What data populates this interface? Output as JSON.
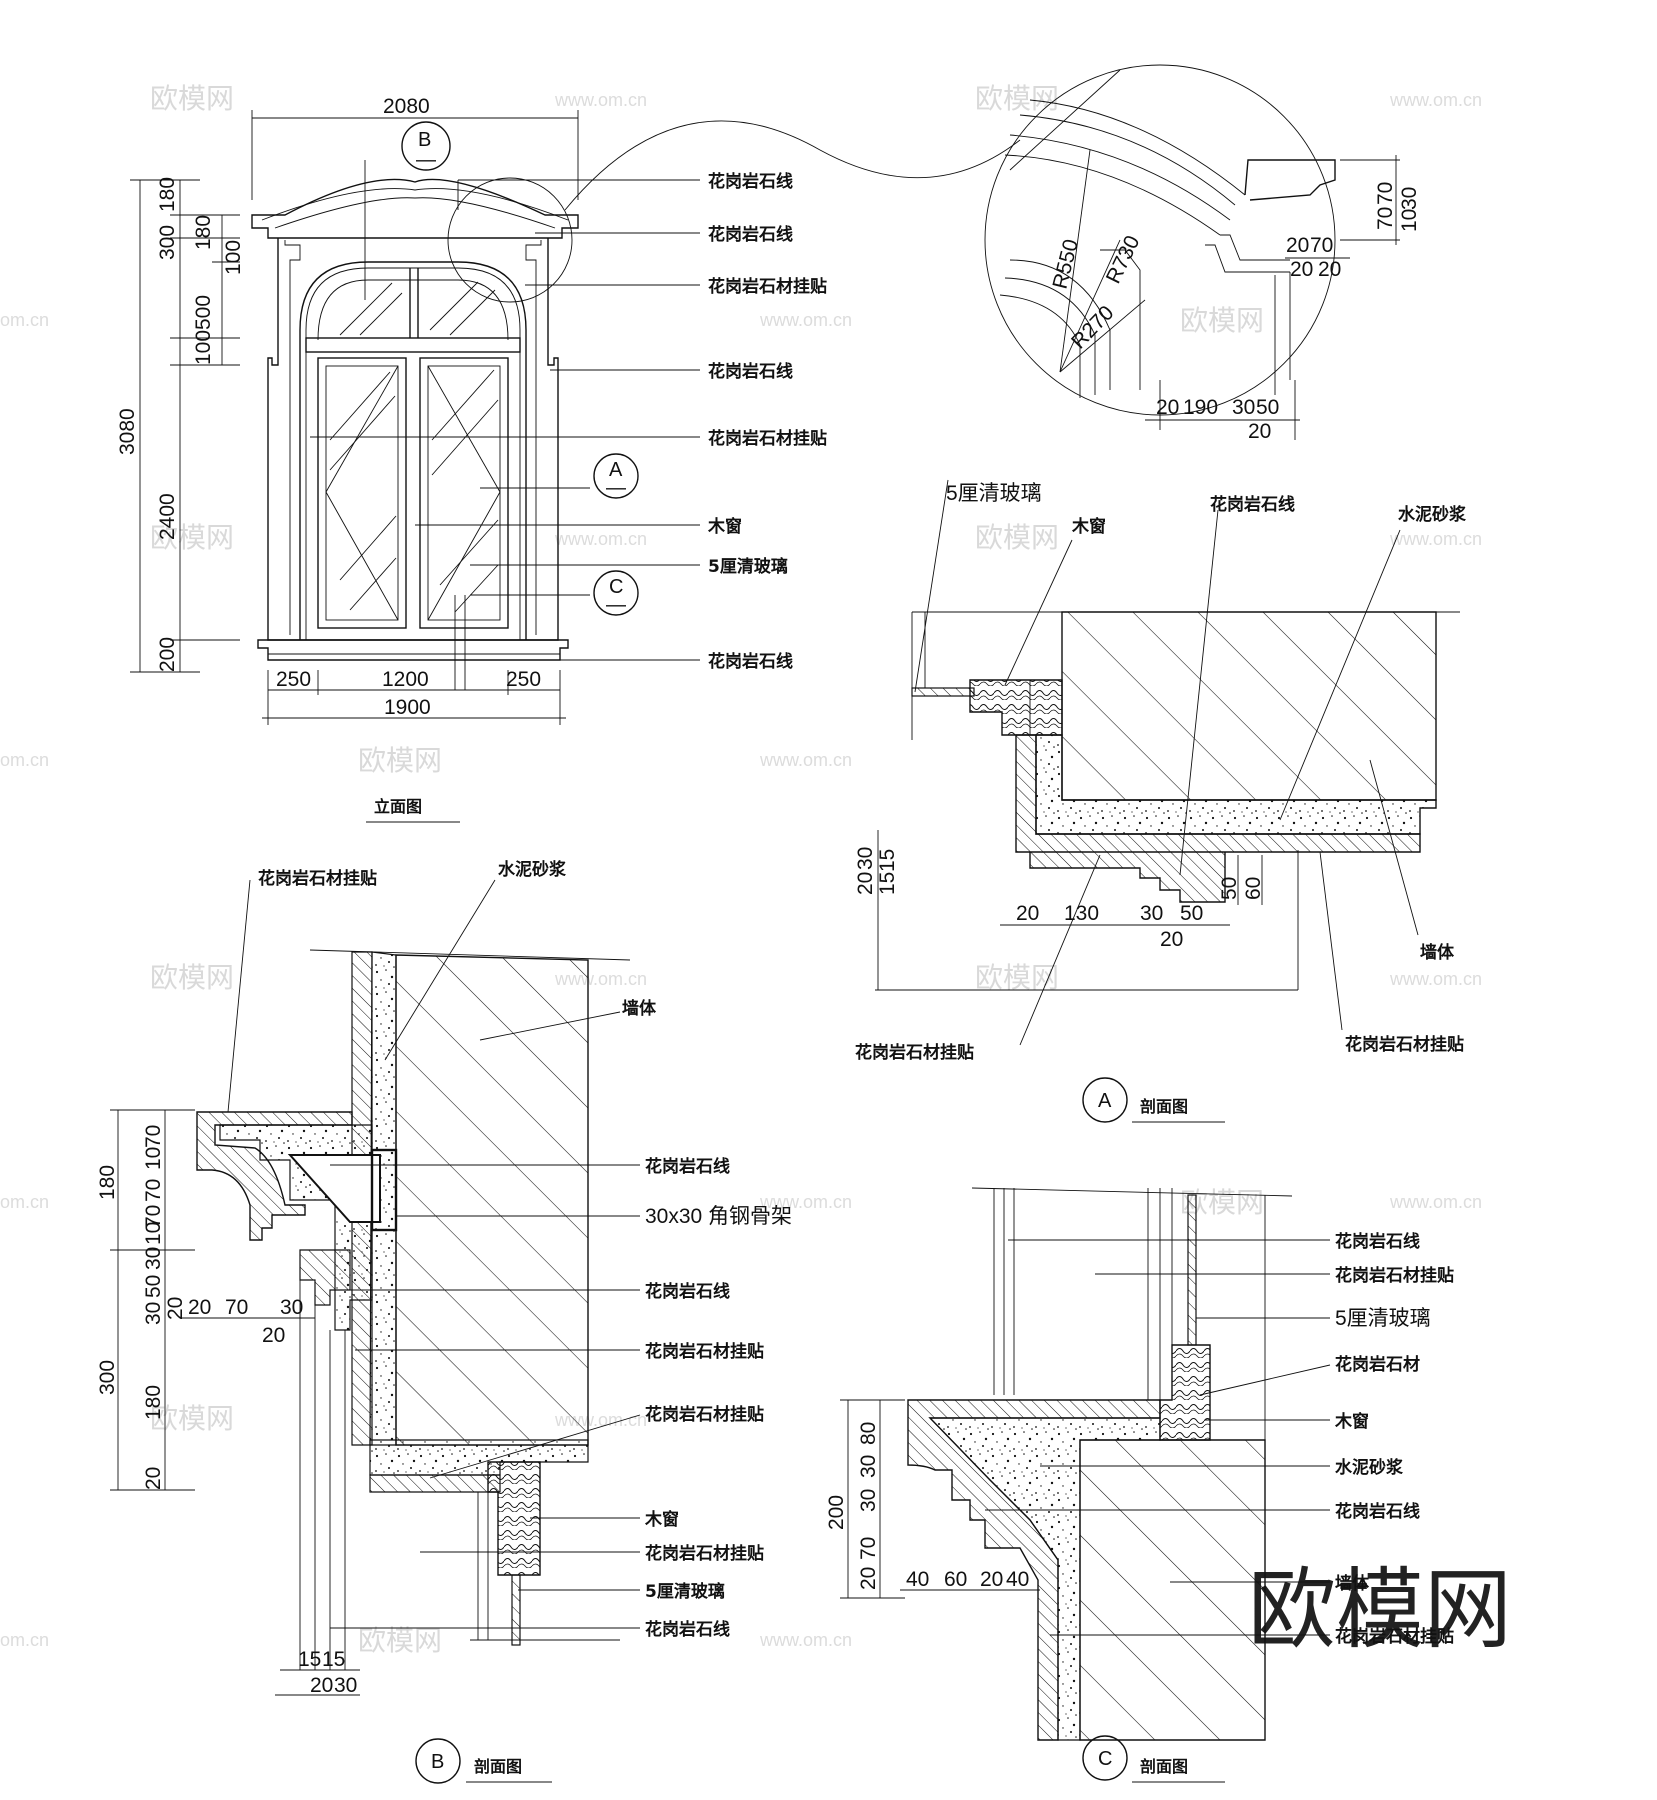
{
  "labels": {
    "granite_line": "花岗岩石线",
    "granite_hang": "花岗岩石材挂贴",
    "granite_stone": "花岗岩石材",
    "wood_window": "木窗",
    "clear_glass_5": "5厘清玻璃",
    "cement_mortar": "水泥砂浆",
    "wall": "墙体",
    "angle_steel": "30x30 角钢骨架"
  },
  "titles": {
    "elevation": "立面图",
    "section": "剖面图"
  },
  "markers": {
    "a": "A",
    "b": "B",
    "c": "C",
    "dash": "—"
  },
  "dims": {
    "elev_top": "2080",
    "elev_bottom_total": "1900",
    "elev_bottom": [
      "250",
      "1200",
      "250"
    ],
    "elev_left_total": "3080",
    "elev_left": [
      "180",
      "300",
      "180",
      "100",
      "500",
      "100",
      "2400",
      "200"
    ],
    "detail_radii": [
      "R550",
      "R730",
      "R270"
    ],
    "detail_right": [
      "70",
      "70",
      "30",
      "10"
    ],
    "detail_mid": [
      "20",
      "70",
      "20",
      "20"
    ],
    "detail_bottom": [
      "20",
      "190",
      "30",
      "50",
      "20"
    ],
    "secA_left": [
      "20",
      "30",
      "15",
      "15"
    ],
    "secA_bottom": [
      "20",
      "130",
      "30",
      "50",
      "20"
    ],
    "secA_right": [
      "50",
      "60"
    ],
    "secB_left_top": "180",
    "secB_left_col": [
      "70",
      "10",
      "70",
      "70",
      "10",
      "30",
      "50",
      "30",
      "20"
    ],
    "secB_left_bottom": [
      "300",
      "180",
      "20"
    ],
    "secB_mid": [
      "20",
      "70",
      "30",
      "20"
    ],
    "secB_bottom": [
      "15",
      "15",
      "20",
      "30"
    ],
    "secC_left": [
      "200",
      "80",
      "30",
      "30",
      "70",
      "20"
    ],
    "secC_bottom": [
      "40",
      "60",
      "20",
      "40"
    ]
  },
  "watermark": {
    "brand": "欧模网",
    "url": "www.om.cn",
    "url_short": "om.cn"
  }
}
